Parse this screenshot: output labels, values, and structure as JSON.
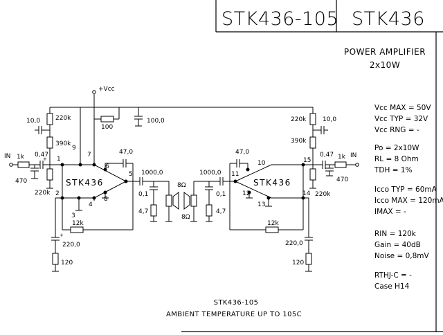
{
  "header": {
    "part_number": "STK436-105",
    "family": "STK436"
  },
  "title": {
    "line1": "POWER AMPLIFIER",
    "line2": "2x10W"
  },
  "specs": [
    "Vcc MAX = 50V",
    "Vcc TYP = 32V",
    "Vcc RNG = -",
    "Po = 2x10W",
    "RL = 8 Ohm",
    "TDH = 1%",
    "Icco TYP = 60mA",
    "Icco MAX = 120mA",
    "IMAX = -",
    "RIN = 120k",
    "Gain = 40dB",
    "Noise = 0,8mV",
    "RTHJ-C = -",
    "Case H14"
  ],
  "schematic": {
    "supply": "+Vcc",
    "chip_label": "STK436",
    "left": {
      "in": "IN",
      "r_in": "1k",
      "c_in": "0,47",
      "c_in_sign": "+",
      "c_in_gnd": "470",
      "r_bias": "220k",
      "r_bias2": "220k",
      "r_390": "390k",
      "c_10": "10,0",
      "r_100": "100",
      "c_100": "100,0",
      "c_47": "47,0",
      "c_out": "1000,0",
      "c_01": "0,1",
      "r_47": "4,7",
      "spk": "8Ω",
      "spk2": "8Ω",
      "r_fb": "12k",
      "c_220": "220,0",
      "r_120": "120",
      "pins": [
        "9",
        "7",
        "1",
        "6",
        "5",
        "2",
        "3",
        "4",
        "8"
      ]
    },
    "right": {
      "in": "IN",
      "r_in": "1k",
      "c_in": "0,47",
      "c_in_gnd": "470",
      "r_bias": "220k",
      "r_bias2": "220k",
      "r_390": "390k",
      "c_10": "10,0",
      "c_47": "47,0",
      "c_out": "1000,0",
      "c_01": "0,1",
      "r_47": "4,7",
      "r_fb": "12k",
      "c_220": "220,0",
      "r_120": "120",
      "pins": [
        "10",
        "11",
        "15",
        "12",
        "13",
        "14"
      ]
    }
  },
  "footer": {
    "part": "STK436-105",
    "note": "AMBIENT TEMPERATURE UP TO 105C"
  }
}
